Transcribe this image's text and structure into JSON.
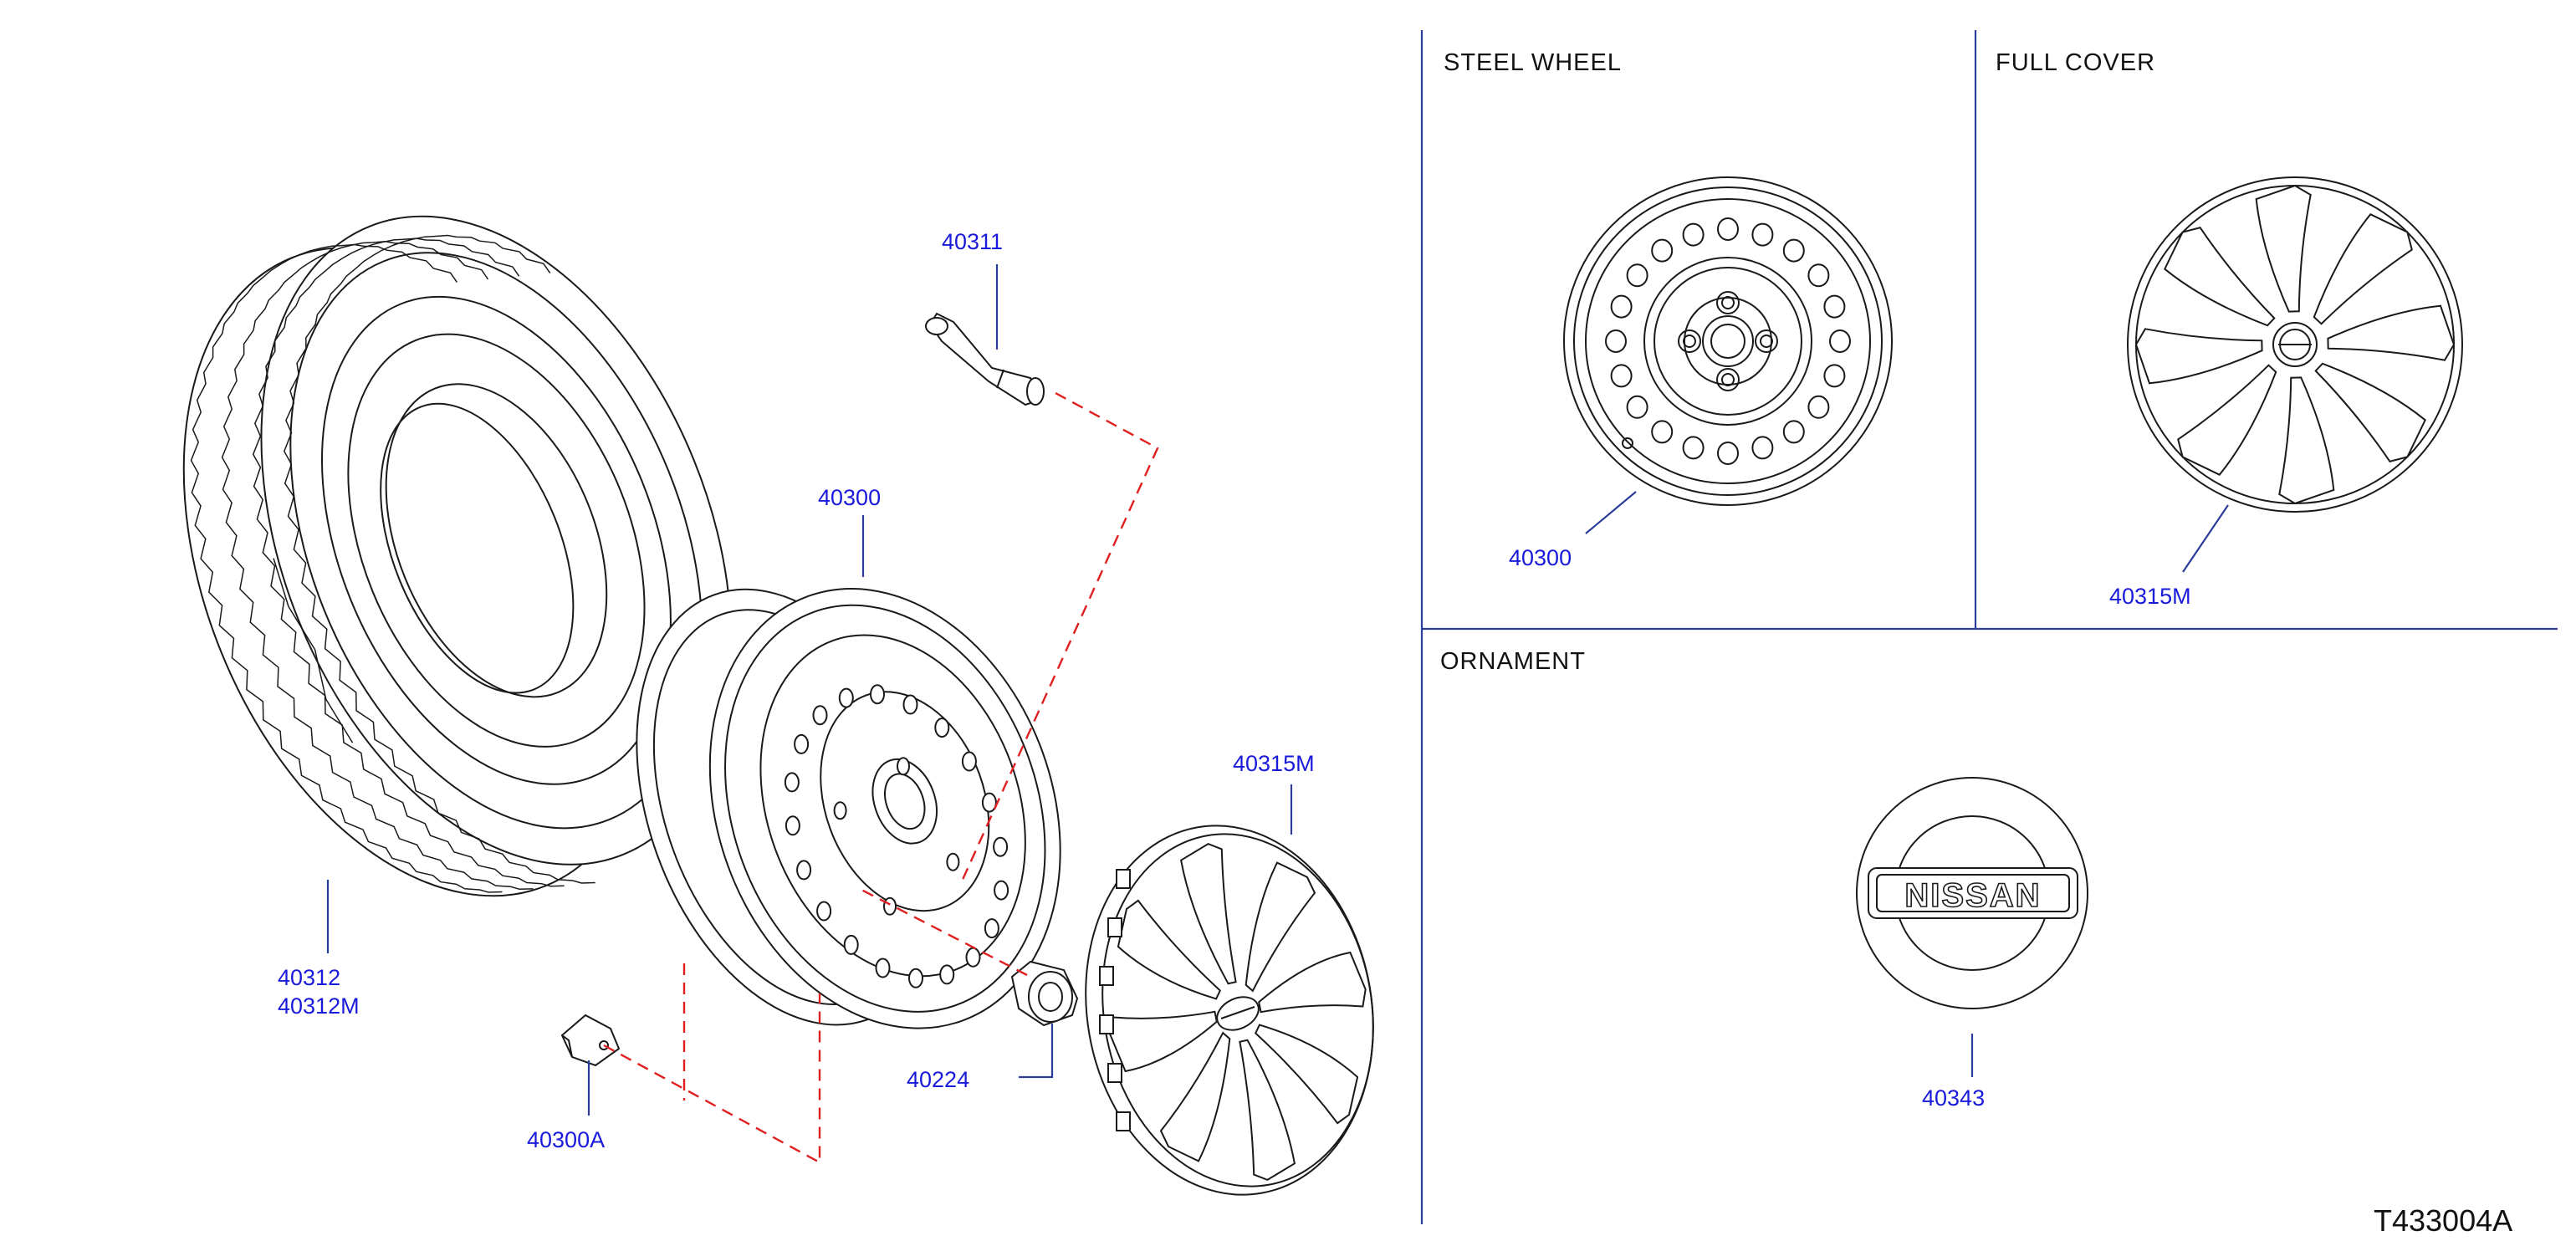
{
  "sections": {
    "steel_wheel": "STEEL   WHEEL",
    "full_cover": "FULL   COVER",
    "ornament": "ORNAMENT"
  },
  "parts": {
    "valve": "40311",
    "wheel": "40300",
    "tire_a": "40312",
    "tire_b": "40312M",
    "weight": "40300A",
    "nut": "40224",
    "cover": "40315M",
    "steel_wheel": "40300",
    "full_cover": "40315M",
    "ornament": "40343"
  },
  "ornament_logo": "NISSAN",
  "diagram_code": "T433004A",
  "colors": {
    "part_number": "#1a1adb",
    "leader": "#2a3d9a",
    "hidden_line": "#e02020",
    "linework": "#1a1a1a"
  }
}
